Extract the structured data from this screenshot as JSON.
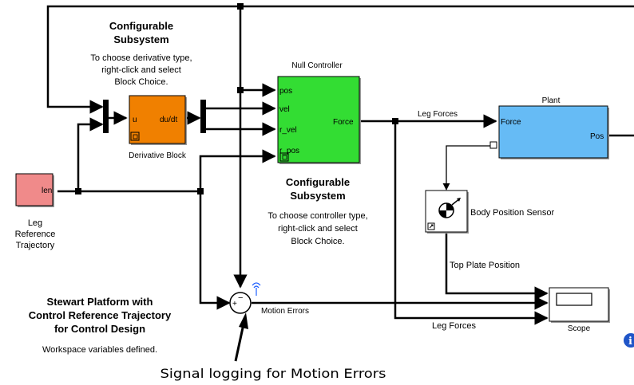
{
  "top_left_annotation": {
    "title_line1": "Configurable",
    "title_line2": "Subsystem",
    "line1": "To choose derivative type,",
    "line2": "right-click and select",
    "line3": "Block Choice."
  },
  "controller_annotation": {
    "title_line1": "Configurable",
    "title_line2": "Subsystem",
    "line1": "To choose controller type,",
    "line2": "right-click and select",
    "line3": "Block Choice."
  },
  "leg_reference": {
    "port_label": "len",
    "name_line1": "Leg",
    "name_line2": "Reference",
    "name_line3": "Trajectory",
    "color": "#f08a8a"
  },
  "derivative_block": {
    "name": "Derivative Block",
    "in_label": "u",
    "out_label": "du/dt",
    "color": "#f08000"
  },
  "null_controller": {
    "name": "Null Controller",
    "in_ports": [
      "pos",
      "vel",
      "r_vel",
      "r_pos"
    ],
    "out_label": "Force",
    "color": "#33dd33"
  },
  "plant": {
    "name": "Plant",
    "in_label": "Force",
    "out_label": "Pos",
    "color": "#66bbf5"
  },
  "sensor": {
    "name": "Body Position Sensor"
  },
  "scope": {
    "name": "Scope"
  },
  "signals": {
    "leg_forces_top": "Leg Forces",
    "leg_forces_bottom": "Leg Forces",
    "top_plate_position": "Top Plate Position",
    "motion_errors": "Motion Errors"
  },
  "model_notes": {
    "title_line1": "Stewart Platform with",
    "title_line2": "Control Reference Trajectory",
    "title_line3": "for Control Design",
    "subtitle": "Workspace variables defined."
  },
  "callout": "Signal logging for Motion Errors",
  "sum_signs": "+ -",
  "colors": {
    "wire": "#000000",
    "info_icon": "#1f55c8",
    "logging_icon": "#2060ff"
  }
}
